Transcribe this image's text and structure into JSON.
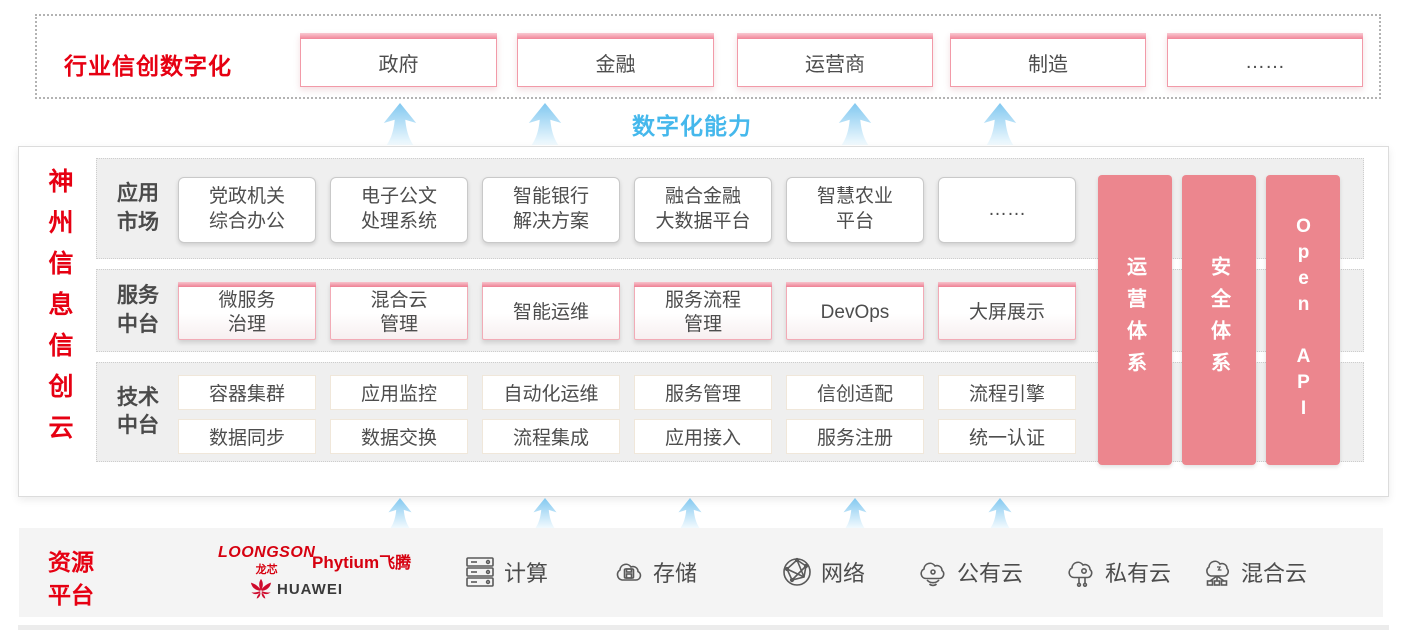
{
  "colors": {
    "accent_red": "#e60012",
    "bar_pink": "#ec868e",
    "capability_blue": "#45b8ec",
    "panel_gray": "#efefef"
  },
  "top_band": {
    "title": "行业信创数字化",
    "industries": [
      "政府",
      "金融",
      "运营商",
      "制造",
      "……"
    ]
  },
  "capability": {
    "label": "数字化能力"
  },
  "platform": {
    "vertical_title": "神州信息信创云",
    "app_row": {
      "label": "应用\n市场",
      "items": [
        "党政机关\n综合办公",
        "电子公文\n处理系统",
        "智能银行\n解决方案",
        "融合金融\n大数据平台",
        "智慧农业\n平台",
        "……"
      ]
    },
    "service_row": {
      "label": "服务\n中台",
      "items": [
        "微服务\n治理",
        "混合云\n管理",
        "智能运维",
        "服务流程\n管理",
        "DevOps",
        "大屏展示"
      ]
    },
    "tech_row": {
      "label": "技术\n中台",
      "items_top": [
        "容器集群",
        "应用监控",
        "自动化运维",
        "服务管理",
        "信创适配",
        "流程引擎"
      ],
      "items_bottom": [
        "数据同步",
        "数据交换",
        "流程集成",
        "应用接入",
        "服务注册",
        "统一认证"
      ]
    },
    "side_bars": [
      "运营体系",
      "安全体系",
      "Open API"
    ]
  },
  "resources": {
    "label": "资源\n平台",
    "vendors": {
      "loongson": "LOONGSON",
      "loongson_cn": "龙芯",
      "phytium": "Phytium",
      "phytium_cn": "飞腾",
      "huawei": "HUAWEI"
    },
    "items": [
      {
        "icon": "compute-server-icon",
        "label": "计算"
      },
      {
        "icon": "storage-cloud-icon",
        "label": "存储"
      },
      {
        "icon": "network-globe-icon",
        "label": "网络"
      },
      {
        "icon": "public-cloud-icon",
        "label": "公有云"
      },
      {
        "icon": "private-cloud-icon",
        "label": "私有云"
      },
      {
        "icon": "hybrid-cloud-icon",
        "label": "混合云"
      }
    ]
  }
}
